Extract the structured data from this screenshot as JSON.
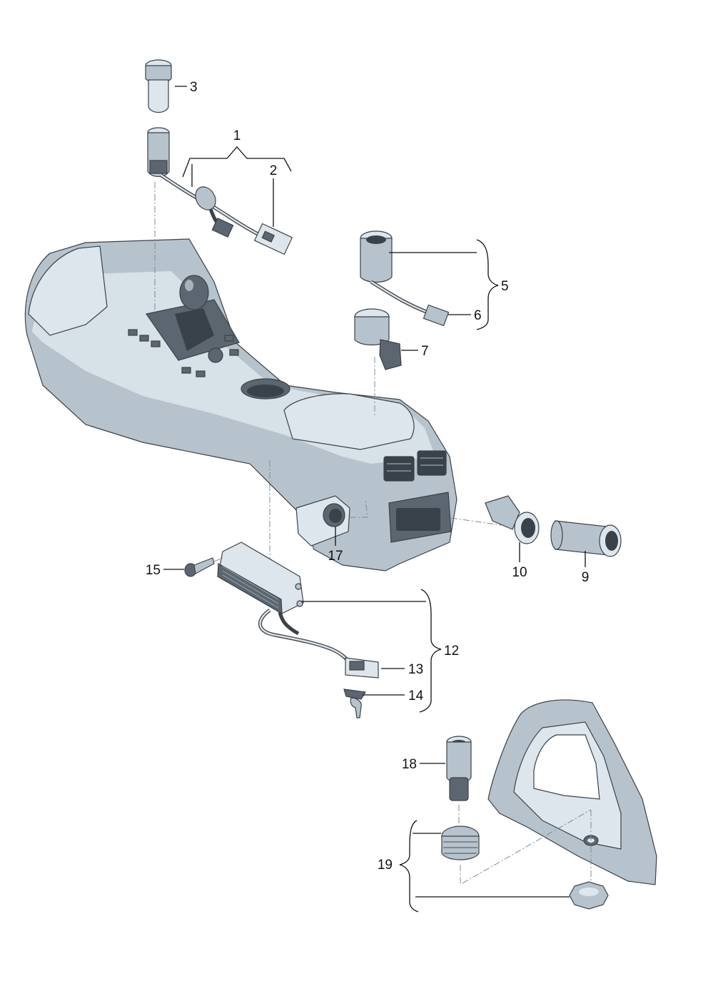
{
  "colors": {
    "background": "#ffffff",
    "line": "#111111",
    "shade_light": "#dde6ec",
    "shade_mid": "#b7c3cc",
    "shade_dark": "#5b6670",
    "shade_deep": "#39424b",
    "dashdot": "#7e8c96"
  },
  "callouts": {
    "c1": "1",
    "c2": "2",
    "c3": "3",
    "c5": "5",
    "c6": "6",
    "c7": "7",
    "c9": "9",
    "c10": "10",
    "c12": "12",
    "c13": "13",
    "c14": "14",
    "c15": "15",
    "c17": "17",
    "c18": "18",
    "c19": "19"
  }
}
